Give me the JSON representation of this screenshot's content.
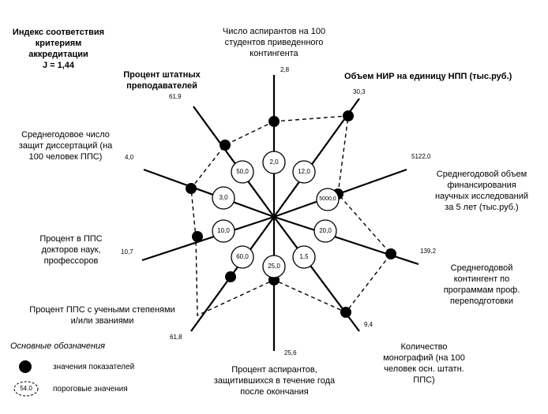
{
  "index": {
    "line1": "Индекс соответствия",
    "line2": "критериям",
    "line3": "аккредитации",
    "line4": "J = 1,44"
  },
  "axes": [
    {
      "label": [
        "Число аспирантов на 100",
        "студентов приведенного",
        "контингента"
      ],
      "value": "2,8",
      "threshold": "2,0"
    },
    {
      "label": [
        "Объем  НИР на единицу НПП (тыс.руб.)"
      ],
      "value": "30,3",
      "threshold": "12,0"
    },
    {
      "label": [
        "Среднегодовой объем",
        "финансирования",
        "научных исследований",
        "за 5 лет (тыс.руб.)"
      ],
      "value": "5122,0",
      "threshold": "5000,0"
    },
    {
      "label": [
        "Среднегодовой",
        "контингент по",
        "программам проф.",
        "переподготовки"
      ],
      "value": "139,2",
      "threshold": "20,0"
    },
    {
      "label": [
        "Количество",
        "монографий (на 100",
        "человек осн. штатн.",
        "ППС)"
      ],
      "value": "9,4",
      "threshold": "1,5"
    },
    {
      "label": [
        "Процент аспирантов,",
        "защитившихся в течение года",
        "после окончания"
      ],
      "value": "25,6",
      "threshold": "25,0"
    },
    {
      "label": [
        "Процент ППС с учеными степенями",
        "и/или званиями"
      ],
      "value": "61,8",
      "threshold": "60,0"
    },
    {
      "label": [
        "Процент в ППС",
        "докторов наук,",
        "профессоров"
      ],
      "value": "10,7",
      "threshold": "10,0"
    },
    {
      "label": [
        "Среднегодовое число",
        "защит диссертаций (на",
        "100 человек ППС)"
      ],
      "value": "4,0",
      "threshold": "3,0"
    },
    {
      "label": [
        "Процент штатных",
        "преподавателей"
      ],
      "value": "61,9",
      "threshold": "50,0"
    }
  ],
  "legend": {
    "title": "Основные обозначения",
    "dot_label": "значения показателей",
    "circle_label": "пороговые значения",
    "circle_sample": "54.0"
  }
}
